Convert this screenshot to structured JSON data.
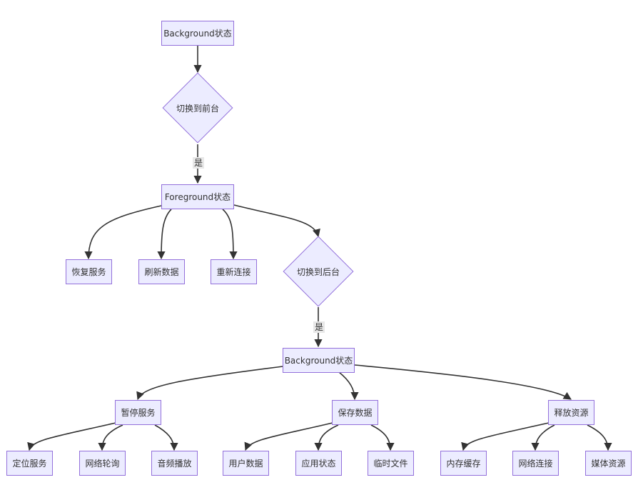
{
  "colors": {
    "node_fill": "#ececff",
    "node_border": "#9370db",
    "edge": "#333333",
    "text": "#333333",
    "edge_label_bg": "#e8e8e8"
  },
  "nodes": {
    "bg_start": "Background状态",
    "decision_to_foreground": "切换到前台",
    "foreground": "Foreground状态",
    "restore_services": "恢复服务",
    "refresh_data": "刷新数据",
    "reconnect": "重新连接",
    "decision_to_background": "切换到后台",
    "bg_end": "Background状态",
    "pause_services": "暂停服务",
    "save_data": "保存数据",
    "release_resources": "释放资源",
    "location_service": "定位服务",
    "network_polling": "网络轮询",
    "audio_playback": "音频播放",
    "user_data": "用户数据",
    "app_state": "应用状态",
    "temp_files": "临时文件",
    "memory_cache": "内存缓存",
    "network_connection": "网络连接",
    "media_resources": "媒体资源"
  },
  "edges": [
    {
      "from": "bg_start",
      "to": "decision_to_foreground",
      "label": ""
    },
    {
      "from": "decision_to_foreground",
      "to": "foreground",
      "label": "是"
    },
    {
      "from": "foreground",
      "to": "restore_services",
      "label": ""
    },
    {
      "from": "foreground",
      "to": "refresh_data",
      "label": ""
    },
    {
      "from": "foreground",
      "to": "reconnect",
      "label": ""
    },
    {
      "from": "foreground",
      "to": "decision_to_background",
      "label": ""
    },
    {
      "from": "decision_to_background",
      "to": "bg_end",
      "label": "是"
    },
    {
      "from": "bg_end",
      "to": "pause_services",
      "label": ""
    },
    {
      "from": "bg_end",
      "to": "save_data",
      "label": ""
    },
    {
      "from": "bg_end",
      "to": "release_resources",
      "label": ""
    },
    {
      "from": "pause_services",
      "to": "location_service",
      "label": ""
    },
    {
      "from": "pause_services",
      "to": "network_polling",
      "label": ""
    },
    {
      "from": "pause_services",
      "to": "audio_playback",
      "label": ""
    },
    {
      "from": "save_data",
      "to": "user_data",
      "label": ""
    },
    {
      "from": "save_data",
      "to": "app_state",
      "label": ""
    },
    {
      "from": "save_data",
      "to": "temp_files",
      "label": ""
    },
    {
      "from": "release_resources",
      "to": "memory_cache",
      "label": ""
    },
    {
      "from": "release_resources",
      "to": "network_connection",
      "label": ""
    },
    {
      "from": "release_resources",
      "to": "media_resources",
      "label": ""
    }
  ]
}
